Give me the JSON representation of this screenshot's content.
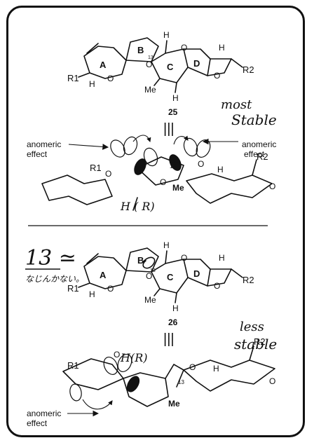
{
  "structure_25": {
    "ring_labels": [
      "A",
      "B",
      "C",
      "D"
    ],
    "spiro_locant": "13",
    "substituent_left": "R1",
    "substituent_right": "R2",
    "methyl": "Me",
    "hydrogen": "H",
    "oxygen": "O",
    "compound_number": "25"
  },
  "note_25": {
    "line1": "most",
    "line2": "Stable"
  },
  "conformer_25": {
    "left_arrow_label_1": "anomeric",
    "left_arrow_label_2": "effect",
    "right_arrow_label_1": "anomeric",
    "right_arrow_label_2": "effect",
    "stereo_note": "H ( R)",
    "substituent_left": "R1",
    "substituent_right": "R2",
    "locant": "13",
    "methyl": "Me",
    "hydrogen": "H",
    "oxygen": "O"
  },
  "structure_26": {
    "ring_labels": [
      "A",
      "B",
      "C",
      "D"
    ],
    "spiro_locant": "13",
    "substituent_left": "R1",
    "substituent_right": "R2",
    "methyl": "Me",
    "hydrogen": "H",
    "oxygen": "O",
    "compound_number": "26"
  },
  "note_26_left": {
    "line1": "13 ≃",
    "line2": "なじんかない。"
  },
  "note_26": {
    "line1": "less",
    "line2": "stable"
  },
  "conformer_26": {
    "arrow_label_1": "anomeric",
    "arrow_label_2": "effect",
    "stereo_note": "H(R)",
    "substituent_left": "R1",
    "substituent_right": "R2",
    "locant": "13",
    "methyl": "Me",
    "hydrogen": "H",
    "oxygen": "O"
  },
  "equivalence_symbol": "|||"
}
